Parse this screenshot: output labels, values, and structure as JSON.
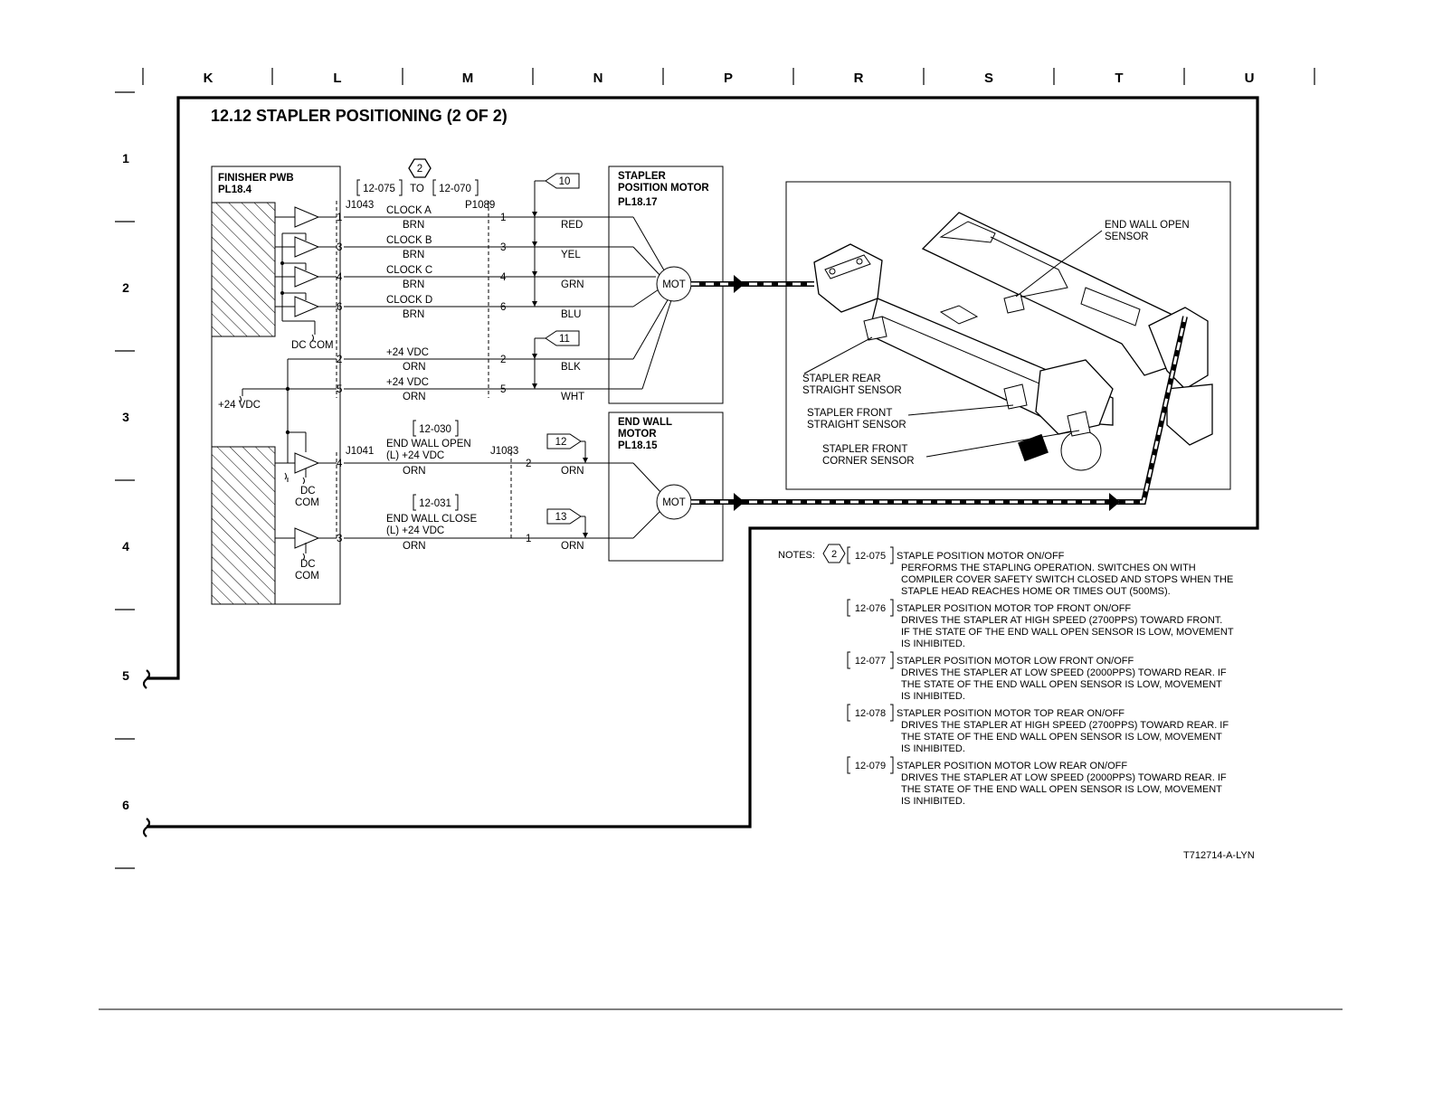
{
  "grid": {
    "columns": [
      "K",
      "L",
      "M",
      "N",
      "P",
      "R",
      "S",
      "T",
      "U"
    ],
    "rows": [
      "1",
      "2",
      "3",
      "4",
      "5",
      "6"
    ]
  },
  "title": "12.12 STAPLER POSITIONING (2 OF 2)",
  "pwb": {
    "name": "FINISHER PWB",
    "pl": "PL18.4"
  },
  "connectors": {
    "j1043": "J1043",
    "p1089": "P1089",
    "j1041": "J1041",
    "j1083": "J1083"
  },
  "refs": {
    "ref2": "2",
    "from": "12-075",
    "to_word": "TO",
    "to": "12-070",
    "r10": "10",
    "r11": "11",
    "r12": "12",
    "r13": "13",
    "bracket_030": "12-030",
    "bracket_031": "12-031"
  },
  "motor_wires": [
    {
      "pin": "1",
      "signal": "CLOCK A",
      "wire": "BRN",
      "color": "RED"
    },
    {
      "pin": "3",
      "signal": "CLOCK B",
      "wire": "BRN",
      "color": "YEL"
    },
    {
      "pin": "4",
      "signal": "CLOCK C",
      "wire": "BRN",
      "color": "GRN"
    },
    {
      "pin": "6",
      "signal": "CLOCK D",
      "wire": "BRN",
      "color": "BLU"
    }
  ],
  "power_wires": [
    {
      "pin": "2",
      "signal": "+24 VDC",
      "wire": "ORN",
      "color": "BLK"
    },
    {
      "pin": "5",
      "signal": "+24 VDC",
      "wire": "ORN",
      "color": "WHT"
    }
  ],
  "dc_com": "DC COM",
  "vdc_label": "+24 VDC",
  "dc": "DC",
  "com": "COM",
  "endwall_wires": [
    {
      "pin_left": "4",
      "pin_right": "2",
      "signal1": "END WALL OPEN",
      "signal2": "(L) +24 VDC",
      "wire": "ORN",
      "color": "ORN"
    },
    {
      "pin_left": "3",
      "pin_right": "1",
      "signal1": "END WALL CLOSE",
      "signal2": "(L) +24 VDC",
      "wire": "ORN",
      "color": "ORN"
    }
  ],
  "stapler_motor": {
    "l1": "STAPLER",
    "l2": "POSITION MOTOR",
    "pl": "PL18.17",
    "mot": "MOT"
  },
  "endwall_motor": {
    "l1": "END WALL",
    "l2": "MOTOR",
    "pl": "PL18.15",
    "mot": "MOT"
  },
  "illustration_labels": {
    "end_wall_open_1": "END WALL OPEN",
    "end_wall_open_2": "SENSOR",
    "rear_straight_1": "STAPLER REAR",
    "rear_straight_2": "STRAIGHT SENSOR",
    "front_straight_1": "STAPLER FRONT",
    "front_straight_2": "STRAIGHT SENSOR",
    "front_corner_1": "STAPLER FRONT",
    "front_corner_2": "CORNER SENSOR"
  },
  "notes": {
    "label": "NOTES:",
    "ref": "2",
    "items": [
      {
        "code": "12-075",
        "head": "STAPLE POSITION MOTOR ON/OFF",
        "lines": [
          "PERFORMS THE STAPLING OPERATION.  SWITCHES ON WITH",
          "COMPILER COVER SAFETY SWITCH CLOSED AND STOPS WHEN THE",
          "STAPLE HEAD REACHES HOME OR TIMES OUT (500MS)."
        ]
      },
      {
        "code": "12-076",
        "head": "STAPLER POSITION MOTOR TOP FRONT ON/OFF",
        "lines": [
          "DRIVES THE STAPLER AT HIGH SPEED (2700PPS) TOWARD FRONT.",
          "IF THE STATE OF THE END WALL OPEN SENSOR IS LOW, MOVEMENT",
          "IS INHIBITED."
        ]
      },
      {
        "code": "12-077",
        "head": "STAPLER POSITION MOTOR LOW FRONT ON/OFF",
        "lines": [
          "DRIVES THE STAPLER AT LOW SPEED (2000PPS) TOWARD REAR.  IF",
          "THE STATE OF THE END WALL OPEN SENSOR IS LOW, MOVEMENT",
          "IS INHIBITED."
        ]
      },
      {
        "code": "12-078",
        "head": "STAPLER POSITION MOTOR TOP REAR ON/OFF",
        "lines": [
          "DRIVES THE STAPLER AT HIGH  SPEED (2700PPS) TOWARD REAR.  IF",
          "THE STATE OF THE END WALL OPEN SENSOR IS LOW, MOVEMENT",
          "IS INHIBITED."
        ]
      },
      {
        "code": "12-079",
        "head": "STAPLER POSITION MOTOR LOW REAR ON/OFF",
        "lines": [
          "DRIVES THE STAPLER AT LOW  SPEED (2000PPS) TOWARD REAR.  IF",
          "THE STATE OF THE END WALL OPEN SENSOR IS LOW, MOVEMENT",
          "IS INHIBITED."
        ]
      }
    ]
  },
  "figure_id": "T712714-A-LYN"
}
